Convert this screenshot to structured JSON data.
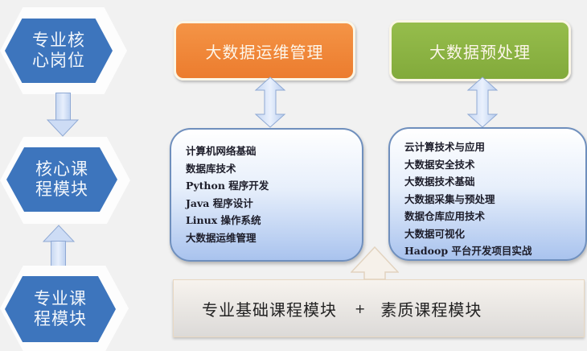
{
  "left_column": {
    "hexagons": [
      {
        "label": "专业核心岗位",
        "line1": "专业核",
        "line2": "心岗位"
      },
      {
        "label": "核心课程模块",
        "line1": "核心课",
        "line2": "程模块"
      },
      {
        "label": "专业课程模块",
        "line1": "专业课",
        "line2": "程模块"
      }
    ],
    "arrows": [
      {
        "from": "专业核心岗位",
        "to": "核心课程模块",
        "direction": "down"
      },
      {
        "from": "专业课程模块",
        "to": "核心课程模块",
        "direction": "up"
      }
    ]
  },
  "modules": [
    {
      "title": "大数据运维管理",
      "color": "#f2883a",
      "courses": [
        "计算机网络基础",
        "数据库技术",
        "Python 程序开发",
        "Java 程序设计",
        "Linux 操作系统",
        "大数据运维管理"
      ]
    },
    {
      "title": "大数据预处理",
      "color": "#8db444",
      "courses": [
        "云计算技术与应用",
        "大数据安全技术",
        "大数据技术基础",
        "大数据采集与预处理",
        "数据仓库应用技术",
        "大数据可视化",
        "Hadoop 平台开发项目实战"
      ]
    }
  ],
  "foundation": {
    "left": "专业基础课程模块",
    "plus": "+",
    "right": "素质课程模块"
  },
  "colors": {
    "hex_fill": "#3d75bd",
    "arrow_fill": "#cddcf5",
    "background": "#f1f1f1"
  }
}
